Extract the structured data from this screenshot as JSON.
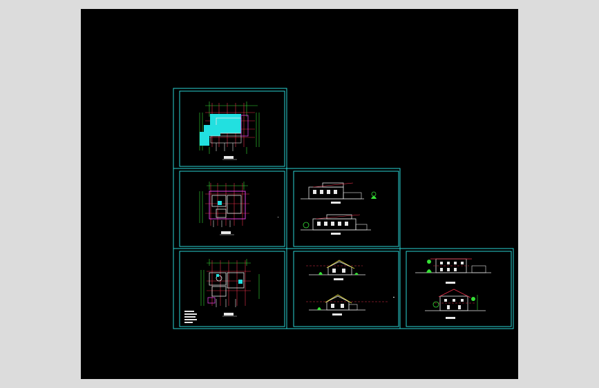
{
  "window": {
    "background": "#dcdcdc",
    "canvas_background": "#000000"
  },
  "colors": {
    "frame": "#2ad4d4",
    "cyan_fill": "#22e0e0",
    "grid_red": "#e8304a",
    "dim_green": "#36e036",
    "wall_white": "#e8e8e8",
    "magenta": "#e040e0",
    "yellow": "#e8e040",
    "title_label": "#e8e8e8"
  },
  "sheets": [
    {
      "id": "floor-plan-1",
      "kind": "plan",
      "title_icon": "plan-title-label"
    },
    {
      "id": "floor-plan-2",
      "kind": "plan",
      "title_icon": "plan-title-label"
    },
    {
      "id": "floor-plan-3",
      "kind": "plan",
      "title_icon": "plan-title-label"
    },
    {
      "id": "elevation-a",
      "kind": "elevation",
      "title_icon": "elevation-title-label"
    },
    {
      "id": "elevation-b",
      "kind": "elevation",
      "title_icon": "elevation-title-label"
    },
    {
      "id": "elevation-c",
      "kind": "elevation",
      "title_icon": "elevation-title-label"
    }
  ]
}
